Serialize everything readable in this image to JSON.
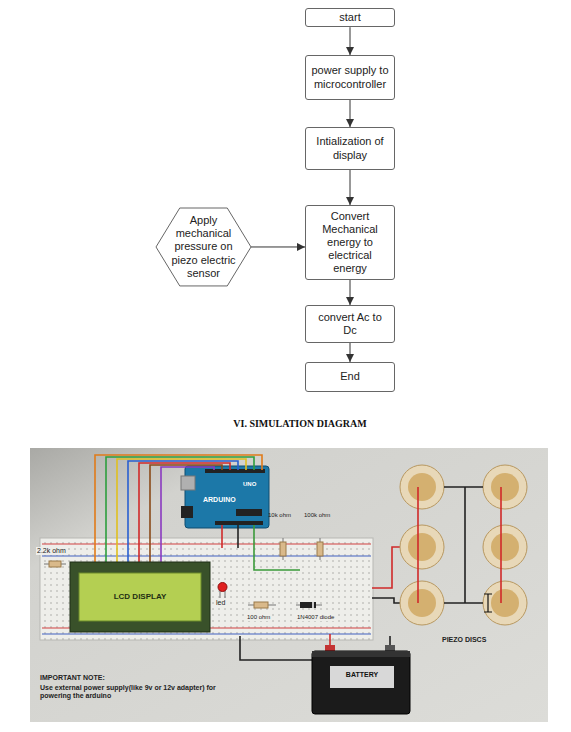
{
  "diagram": {
    "title": "VI. SIMULATION DIAGRAM",
    "nodes": [
      {
        "text": [
          "start"
        ]
      },
      {
        "text": [
          "power supply to microcontroller"
        ]
      },
      {
        "text": [
          "Intialization of display"
        ]
      },
      {
        "text": [
          "Convert Mechanical energy to electrical energy"
        ]
      },
      {
        "text": [
          "Apply mechanical pressure on piezo electric sensor"
        ]
      },
      {
        "text": [
          "convert Ac to Dc"
        ]
      },
      {
        "text": [
          "End"
        ]
      }
    ],
    "edges": [
      {
        "from": 0,
        "to": 1,
        "arrow": "to"
      },
      {
        "from": 1,
        "to": 2,
        "arrow": "to"
      },
      {
        "from": 2,
        "to": 3,
        "arrow": "to"
      },
      {
        "from": 4,
        "to": 3,
        "arrow": "to"
      },
      {
        "from": 3,
        "to": 5,
        "arrow": "to"
      },
      {
        "from": 5,
        "to": 6,
        "arrow": "to"
      }
    ],
    "labels": [
      "ARDUINO",
      "UNO",
      "2.2k ohm",
      "LCD DISPLAY",
      "led",
      "10k ohm",
      "100k ohm",
      "100 ohm",
      "1N4007 diode",
      "PIEZO DISCS",
      "BATTERY",
      "IMPORTANT NOTE:",
      "Use external power supply(like 9v or 12v adapter) for powering the arduino"
    ]
  }
}
